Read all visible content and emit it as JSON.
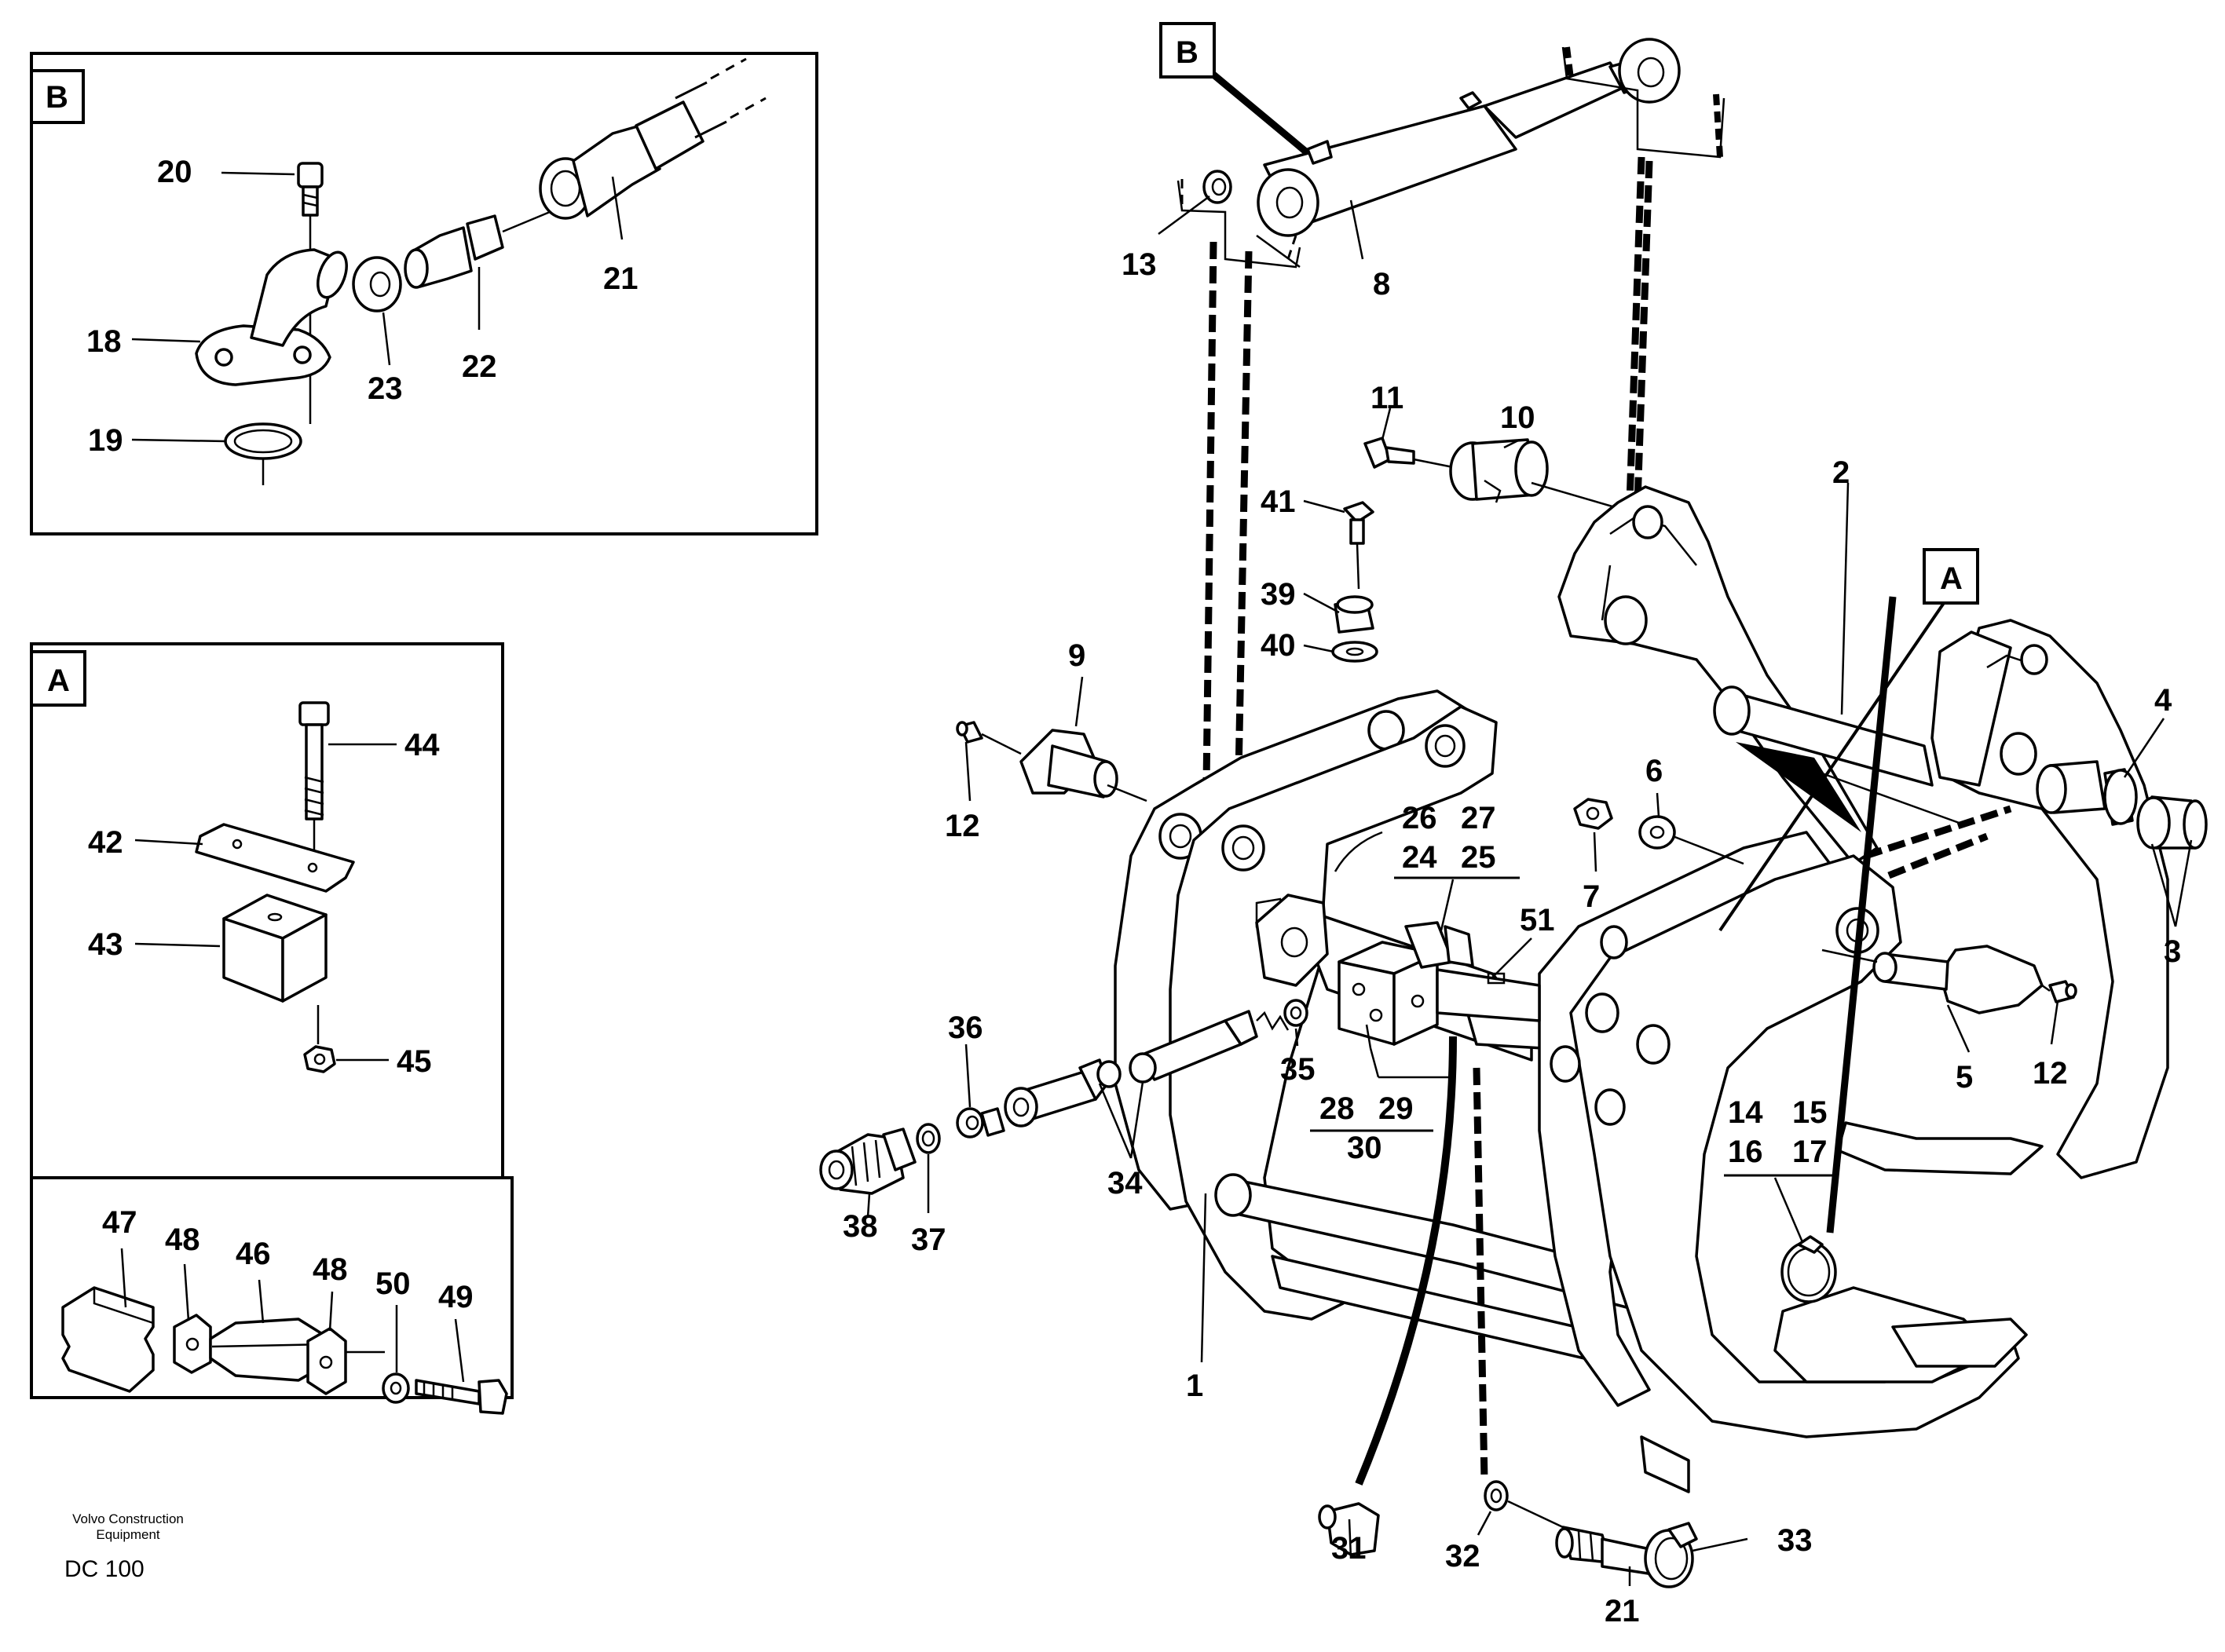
{
  "detail_b": {
    "tag": "B",
    "callouts": [
      "20",
      "18",
      "19",
      "23",
      "22",
      "21"
    ]
  },
  "detail_a": {
    "tag": "A",
    "callouts": [
      "44",
      "42",
      "43",
      "45"
    ]
  },
  "hose_detail": {
    "callouts": [
      "47",
      "48",
      "46",
      "48",
      "50",
      "49"
    ]
  },
  "main": {
    "tag_b": "B",
    "tag_a": "A",
    "callouts": {
      "c13": "13",
      "c8": "8",
      "c11": "11",
      "c10": "10",
      "c41": "41",
      "c39": "39",
      "c40": "40",
      "c2": "2",
      "c9": "9",
      "c12a": "12",
      "c6": "6",
      "c7": "7",
      "c4": "4",
      "c3": "3",
      "c26": "26",
      "c27": "27",
      "c24": "24",
      "c25": "25",
      "c51": "51",
      "c36": "36",
      "c35": "35",
      "c28": "28",
      "c29": "29",
      "c30": "30",
      "c34": "34",
      "c38": "38",
      "c37": "37",
      "c5": "5",
      "c12b": "12",
      "c14": "14",
      "c15": "15",
      "c16": "16",
      "c17": "17",
      "c1": "1",
      "c31": "31",
      "c32": "32",
      "c33": "33",
      "c21": "21"
    }
  },
  "footer": {
    "line1": "Volvo Construction",
    "line2": "Equipment",
    "code": "DC 100"
  }
}
